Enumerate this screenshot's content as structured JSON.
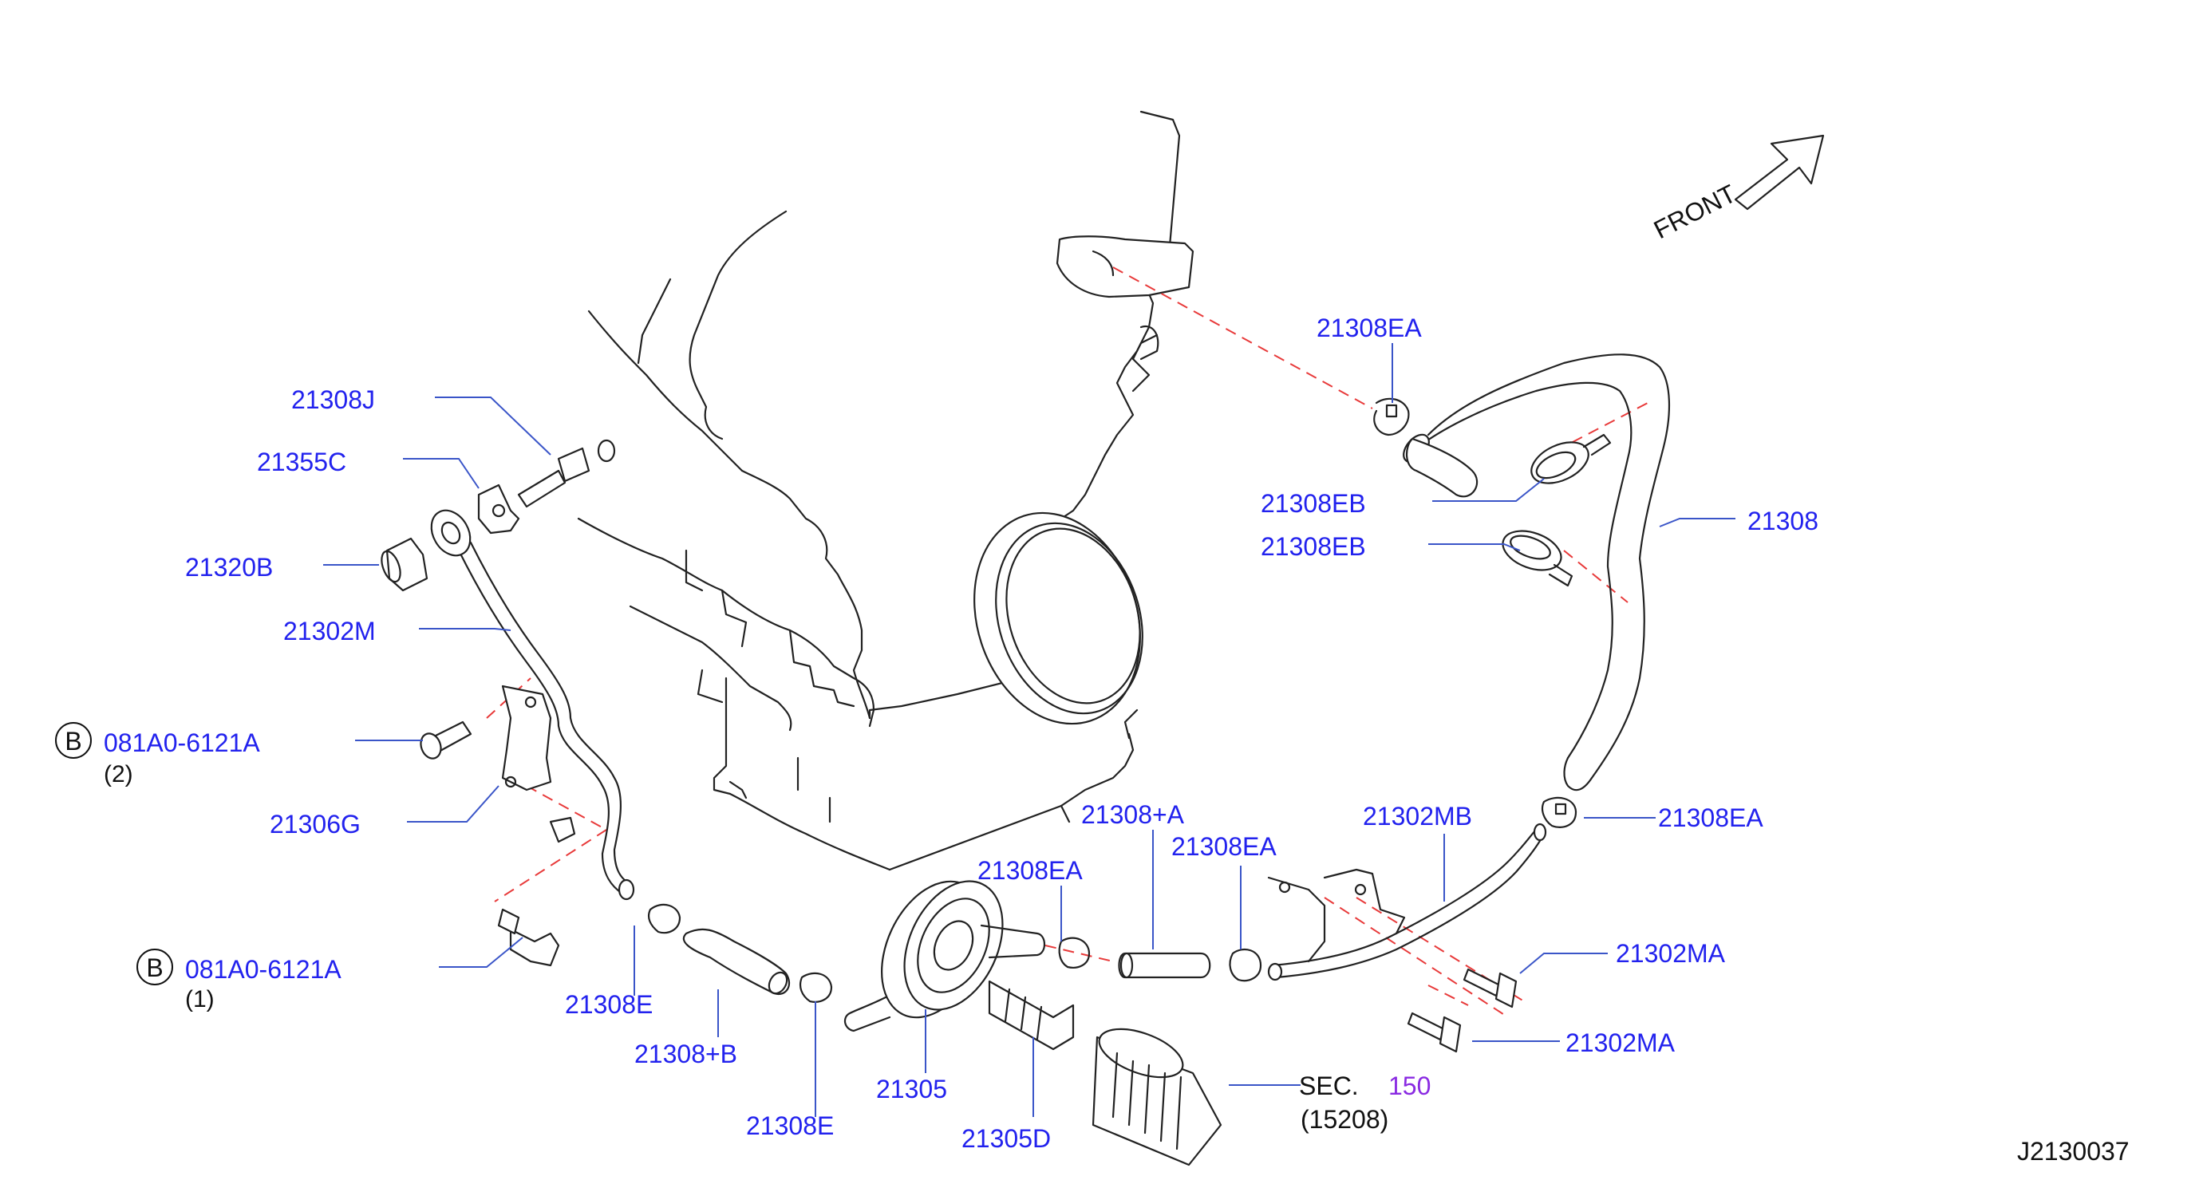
{
  "front_label": "FRONT",
  "diagram_id": "J2130037",
  "callouts": {
    "p21308ea_top": "21308EA",
    "p21308j": "21308J",
    "p21355c": "21355C",
    "p21308eb_1": "21308EB",
    "p21308": "21308",
    "p21308eb_2": "21308EB",
    "p21320b": "21320B",
    "p21302m": "21302M",
    "p081a0_1": "081A0-6121A",
    "p081a0_1_qty": "(2)",
    "p21306g": "21306G",
    "p21308pa": "21308+A",
    "p21302mb": "21302MB",
    "p21308ea_right": "21308EA",
    "p21308ea_mid": "21308EA",
    "p21308ea_left": "21308EA",
    "p21302ma_1": "21302MA",
    "p081a0_2": "081A0-6121A",
    "p081a0_2_qty": "(1)",
    "p21308e_1": "21308E",
    "p21302ma_2": "21302MA",
    "p21308pb": "21308+B",
    "p21305": "21305",
    "sec_label": "SEC.",
    "sec_number": "150",
    "sec_part": "(15208)",
    "p21308e_2": "21308E",
    "p21305d": "21305D"
  },
  "b_markers": [
    "B",
    "B"
  ]
}
